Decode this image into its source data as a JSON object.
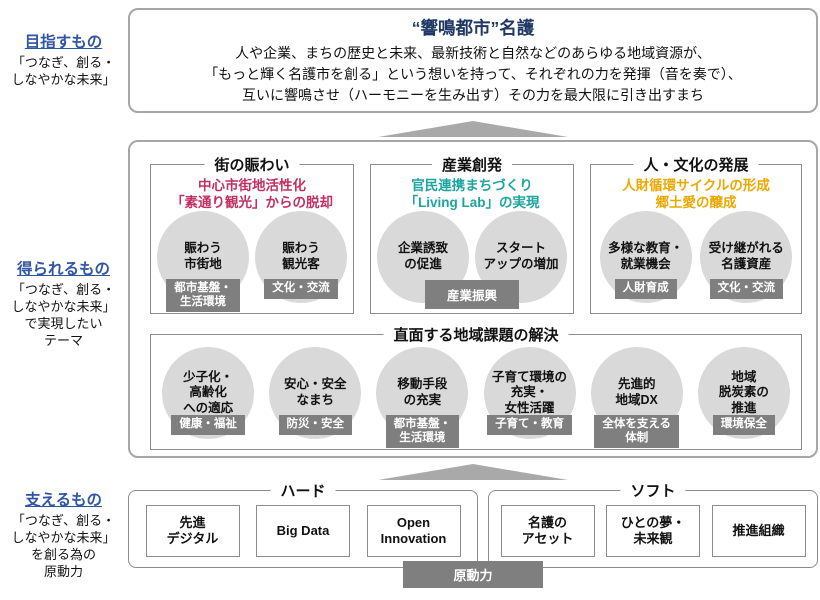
{
  "palette": {
    "vision_title_navy": "#1F3864",
    "side_label_blue": "#2F55A4",
    "theme1_crimson": "#C23060",
    "theme2_teal": "#1BA4A0",
    "theme3_orange": "#EBA800",
    "outer_border_gray": "#A6A6A6",
    "inner_border_gray": "#8C8C8C",
    "circle_gray": "#D9D9D9",
    "tag_gray": "#7F7F7F",
    "arrow_gray": "#A9A9A9"
  },
  "side_labels": [
    {
      "title": "目指すもの",
      "subtitle": "「つなぎ、創る・\nしなやかな未来」"
    },
    {
      "title": "得られるもの",
      "subtitle": "「つなぎ、創る・\nしなやかな未来」\nで実現したい\nテーマ"
    },
    {
      "title": "支えるもの",
      "subtitle": "「つなぎ、創る・\nしなやかな未来」\nを創る為の\n原動力"
    }
  ],
  "vision": {
    "title": "“響鳴都市”名護",
    "lines": [
      "人や企業、まちの歴史と未来、最新技術と自然などのあらゆる地域資源が、",
      "「もっと輝く名護市を創る」という想いを持って、それぞれの力を発揮（音を奏で）、",
      "互いに響鳴させ（ハーモニーを生み出す）その力を最大限に引き出すまち"
    ]
  },
  "themes": [
    {
      "header": "街の賑わい",
      "subheader": "中心市街地活性化\n「素通り観光」からの脱却",
      "bubbles": [
        {
          "label": "賑わう\n市街地",
          "tag": "都市基盤・\n生活環境"
        },
        {
          "label": "賑わう\n観光客",
          "tag": "文化・交流"
        }
      ]
    },
    {
      "header": "産業創発",
      "subheader": "官民連携まちづくり\n「Living Lab」の実現",
      "bubbles": [
        {
          "label": "企業誘致\nの促進"
        },
        {
          "label": "スタート\nアップの増加"
        }
      ],
      "shared_tag": "産業振興"
    },
    {
      "header": "人・文化の発展",
      "subheader": "人財循環サイクルの形成\n郷土愛の醸成",
      "bubbles": [
        {
          "label": "多様な教育・\n就業機会",
          "tag": "人財育成"
        },
        {
          "label": "受け継がれる\n名護資産",
          "tag": "文化・交流"
        }
      ]
    }
  ],
  "challenges": {
    "header": "直面する地域課題の解決",
    "bubbles": [
      {
        "label": "少子化・\n高齢化\nへの適応",
        "tag": "健康・福祉"
      },
      {
        "label": "安心・安全\nなまち",
        "tag": "防災・安全"
      },
      {
        "label": "移動手段\nの充実",
        "tag": "都市基盤・\n生活環境"
      },
      {
        "label": "子育て環境の\n充実・\n女性活躍",
        "tag": "子育て・教育"
      },
      {
        "label": "先進的\n地域DX",
        "tag": "全体を支える\n体制"
      },
      {
        "label": "地域\n脱炭素の\n推進",
        "tag": "環境保全"
      }
    ]
  },
  "foundation": {
    "hard": {
      "header": "ハード",
      "items": [
        "先進\nデジタル",
        "Big Data",
        "Open\nInnovation"
      ]
    },
    "soft": {
      "header": "ソフト",
      "items": [
        "名護の\nアセット",
        "ひとの夢・\n未来観",
        "推進組織"
      ]
    },
    "power_label": "原動力"
  }
}
